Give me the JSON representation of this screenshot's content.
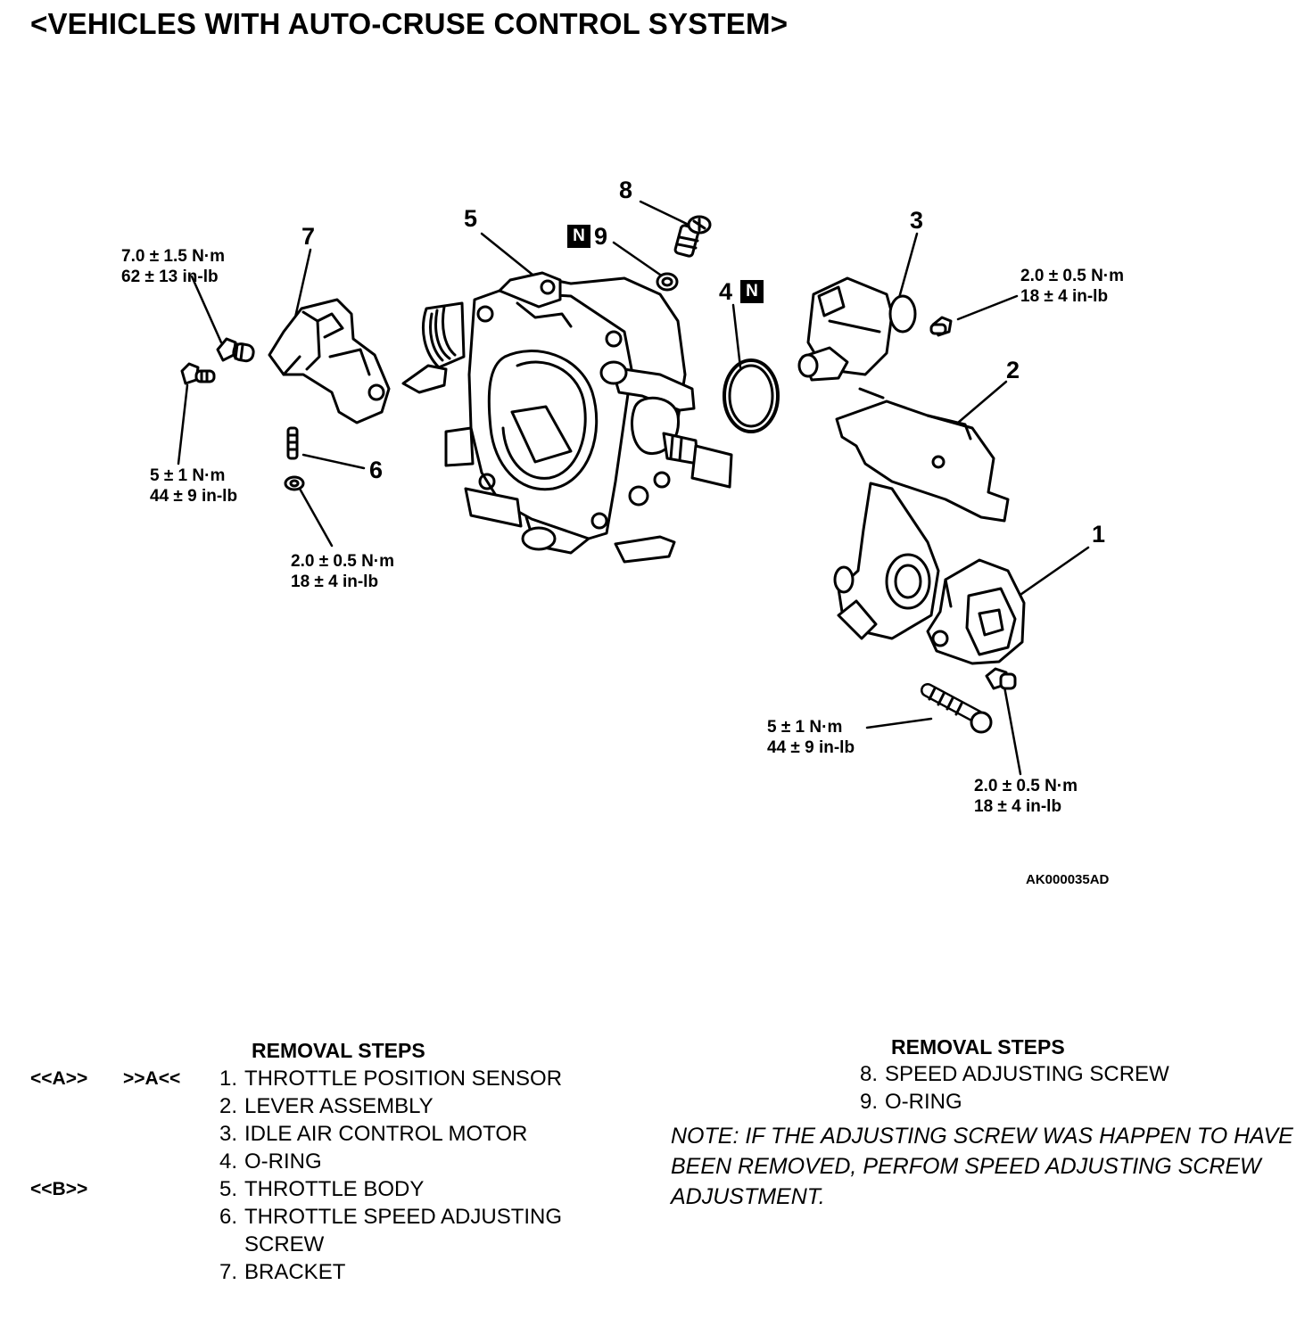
{
  "title": "<VEHICLES WITH AUTO-CRUSE CONTROL SYSTEM>",
  "figure_code": "AK000035AD",
  "callouts": {
    "c1": "1",
    "c2": "2",
    "c3": "3",
    "c4": "4",
    "c5": "5",
    "c6": "6",
    "c7": "7",
    "c8": "8",
    "c9": "9",
    "n_mark": "N"
  },
  "torques": {
    "t_bracket_nm": "7.0 ± 1.5 N·m",
    "t_bracket_inlb": "62 ± 13 in-lb",
    "t_bracket2_nm": "5 ± 1 N·m",
    "t_bracket2_inlb": "44 ± 9 in-lb",
    "t_screw6_nm": "2.0 ± 0.5 N·m",
    "t_screw6_inlb": "18 ± 4 in-lb",
    "t_iac_nm": "2.0 ± 0.5 N·m",
    "t_iac_inlb": "18 ± 4 in-lb",
    "t_lever_nm": "5 ± 1 N·m",
    "t_lever_inlb": "44 ± 9 in-lb",
    "t_tps_nm": "2.0 ± 0.5 N·m",
    "t_tps_inlb": "18 ± 4 in-lb"
  },
  "left_steps": {
    "heading": "REMOVAL STEPS",
    "items": [
      {
        "num": "1.",
        "label": "THROTTLE POSITION SENSOR",
        "mark_rem": "<<A>>",
        "mark_inst": ">>A<<"
      },
      {
        "num": "2.",
        "label": "LEVER ASSEMBLY"
      },
      {
        "num": "3.",
        "label": "IDLE AIR CONTROL MOTOR"
      },
      {
        "num": "4.",
        "label": "O-RING"
      },
      {
        "num": "5.",
        "label": "THROTTLE BODY",
        "mark_rem": "<<B>>"
      },
      {
        "num": "6.",
        "label": "THROTTLE SPEED ADJUSTING",
        "label2": "SCREW"
      },
      {
        "num": "7.",
        "label": "BRACKET"
      }
    ]
  },
  "right_steps": {
    "heading": "REMOVAL STEPS",
    "items": [
      {
        "num": "8.",
        "label": "SPEED ADJUSTING SCREW"
      },
      {
        "num": "9.",
        "label": "O-RING"
      }
    ]
  },
  "note": "NOTE: IF THE ADJUSTING SCREW WAS HAPPEN TO HAVE BEEN REMOVED, PERFOM SPEED ADJUSTING SCREW ADJUSTMENT."
}
